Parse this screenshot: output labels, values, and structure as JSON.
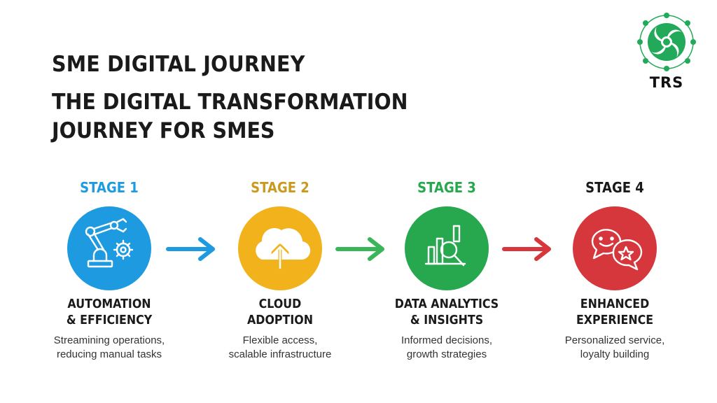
{
  "title": "SME DIGITAL JOURNEY",
  "subtitle": {
    "line1": "THE DIGITAL TRANSFORMATION",
    "line2": "JOURNEY FOR SMES"
  },
  "logo": {
    "text": "TRS",
    "icon": "green-swirl-network-logo",
    "color": "#22a95a"
  },
  "stages": [
    {
      "label": "STAGE 1",
      "color": "#1e9be0",
      "icon": "robotic-arm-gear-icon",
      "name_line1": "AUTOMATION",
      "name_line2": "& EFFICIENCY",
      "desc_line1": "Streamining operations,",
      "desc_line2": "reducing manual tasks"
    },
    {
      "label": "STAGE 2",
      "color": "#f2b21b",
      "label_color": "#c99a1d",
      "icon": "cloud-upload-icon",
      "name_line1": "CLOUD",
      "name_line2": "ADOPTION",
      "desc_line1": "Flexible access,",
      "desc_line2": "scalable infrastructure"
    },
    {
      "label": "STAGE 3",
      "color": "#27a84f",
      "icon": "bar-chart-magnifier-icon",
      "name_line1": "DATA ANALYTICS",
      "name_line2": "& INSIGHTS",
      "desc_line1": "Informed decisions,",
      "desc_line2": "growth strategies"
    },
    {
      "label": "STAGE 4",
      "color": "#d6373d",
      "label_color": "#1a1a1a",
      "icon": "chat-bubbles-smile-star-icon",
      "name_line1": "ENHANCED",
      "name_line2": "EXPERIENCE",
      "desc_line1": "Personalized service,",
      "desc_line2": "loyalty building"
    }
  ],
  "arrows": [
    {
      "icon": "arrow-right-icon",
      "color": "#1e9be0"
    },
    {
      "icon": "arrow-right-icon",
      "color": "#3ab55a"
    },
    {
      "icon": "arrow-right-icon",
      "color": "#d6373d"
    }
  ]
}
